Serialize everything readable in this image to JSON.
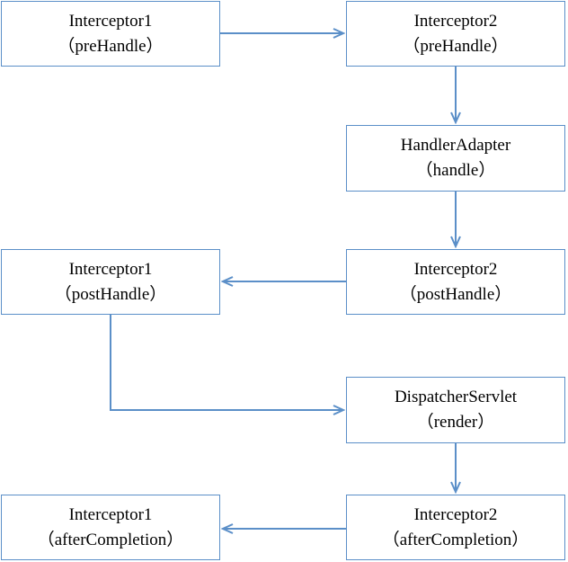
{
  "colors": {
    "box_border": "#5b8fc8",
    "arrow": "#5b8fc8",
    "text": "#000000"
  },
  "nodes": [
    {
      "id": "interceptor1-prehandle",
      "title": "Interceptor1",
      "method": "（preHandle）"
    },
    {
      "id": "interceptor2-prehandle",
      "title": "Interceptor2",
      "method": "（preHandle）"
    },
    {
      "id": "handleradapter-handle",
      "title": "HandlerAdapter",
      "method": "（handle）"
    },
    {
      "id": "interceptor1-posthandle",
      "title": "Interceptor1",
      "method": "（postHandle）"
    },
    {
      "id": "interceptor2-posthandle",
      "title": "Interceptor2",
      "method": "（postHandle）"
    },
    {
      "id": "dispatcherservlet-render",
      "title": "DispatcherServlet",
      "method": "（render）"
    },
    {
      "id": "interceptor1-aftercompletion",
      "title": "Interceptor1",
      "method": "（afterCompletion）"
    },
    {
      "id": "interceptor2-aftercompletion",
      "title": "Interceptor2",
      "method": "（afterCompletion）"
    }
  ],
  "edges": [
    {
      "from": "interceptor1-prehandle",
      "to": "interceptor2-prehandle"
    },
    {
      "from": "interceptor2-prehandle",
      "to": "handleradapter-handle"
    },
    {
      "from": "handleradapter-handle",
      "to": "interceptor2-posthandle"
    },
    {
      "from": "interceptor2-posthandle",
      "to": "interceptor1-posthandle"
    },
    {
      "from": "interceptor1-posthandle",
      "to": "dispatcherservlet-render"
    },
    {
      "from": "dispatcherservlet-render",
      "to": "interceptor2-aftercompletion"
    },
    {
      "from": "interceptor2-aftercompletion",
      "to": "interceptor1-aftercompletion"
    }
  ]
}
